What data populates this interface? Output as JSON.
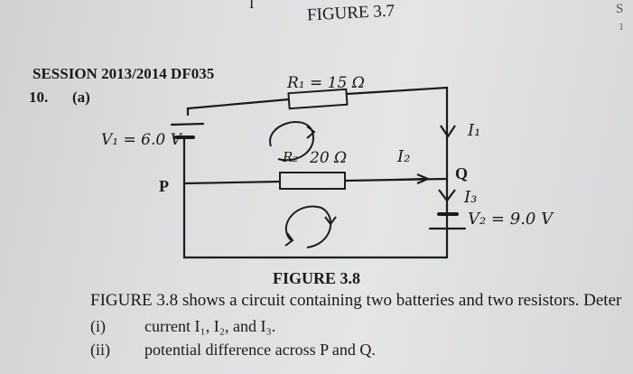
{
  "top_mark": "I",
  "figure_prev": "FIGURE 3.7",
  "corner_text": [
    "S",
    "1"
  ],
  "session": "SESSION 2013/2014 DF035",
  "question_number": "10.",
  "question_part": "(a)",
  "labels": {
    "r1": "R₁ = 15 Ω",
    "r2_name": "R₂",
    "r2_value": "20 Ω",
    "v1": "V₁ = 6.0 V",
    "v2": "V₂ = 9.0 V",
    "i1": "I₁",
    "i2": "I₂",
    "i3": "I₃",
    "p": "P",
    "q": "Q"
  },
  "figure_caption": "FIGURE 3.8",
  "description": "FIGURE 3.8 shows a circuit containing two batteries and two resistors. Deter",
  "items": [
    {
      "num": "(i)",
      "text": "current I₁, I₂, and I₃."
    },
    {
      "num": "(ii)",
      "text": "potential difference across P and Q."
    }
  ]
}
